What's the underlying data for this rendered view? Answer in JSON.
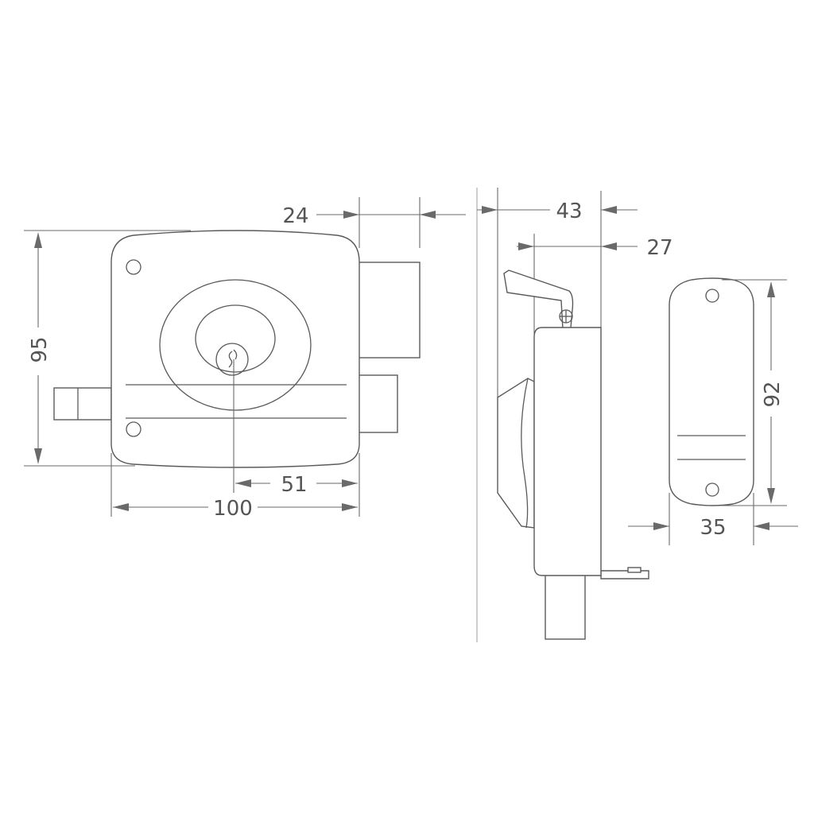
{
  "dimensions": {
    "front_height": "95",
    "front_width": "100",
    "cylinder_offset": "51",
    "bolt_projection": "24",
    "side_total_depth": "43",
    "side_body_depth": "27",
    "keeper_height": "92",
    "keeper_width": "35"
  },
  "colors": {
    "line": "#5a5a5a",
    "dimension": "#6a6a6a",
    "text": "#555555",
    "background": "#ffffff"
  }
}
